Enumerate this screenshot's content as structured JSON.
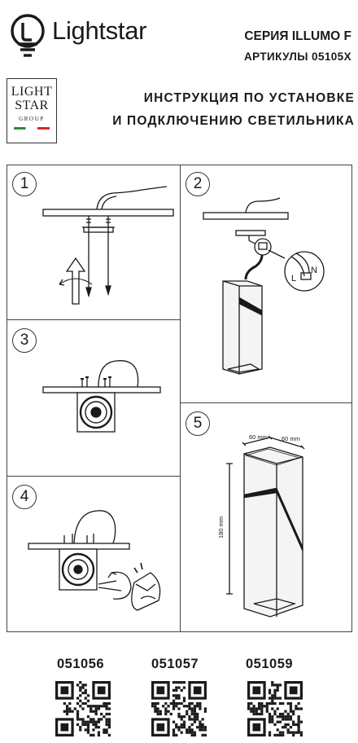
{
  "header": {
    "brand_name": "Lightstar",
    "series": "СЕРИЯ ILLUMO F",
    "articles": "АРТИКУЛЫ 05105X"
  },
  "badge": {
    "line1": "LIGHT",
    "line2": "STAR",
    "line3": "GROUP",
    "flag_colors": [
      "#2e8b3a",
      "#ffffff",
      "#d62828"
    ]
  },
  "instructions": {
    "line1": "ИНСТРУКЦИЯ ПО УСТАНОВКЕ",
    "line2": "И ПОДКЛЮЧЕНИЮ СВЕТИЛЬНИКА"
  },
  "steps": [
    {
      "number": "1"
    },
    {
      "number": "2",
      "wire_labels": {
        "l": "L",
        "n": "N"
      }
    },
    {
      "number": "3"
    },
    {
      "number": "4"
    },
    {
      "number": "5",
      "dimensions": {
        "width": "60 mm",
        "depth": "60 mm",
        "height": "180 mm"
      }
    }
  ],
  "article_codes": [
    {
      "code": "051056",
      "qr_icon": "qr-code"
    },
    {
      "code": "051057",
      "qr_icon": "qr-code"
    },
    {
      "code": "051059",
      "qr_icon": "qr-code"
    }
  ],
  "colors": {
    "ink": "#1a1a1a",
    "lamp_body": "#f4f4f4"
  }
}
